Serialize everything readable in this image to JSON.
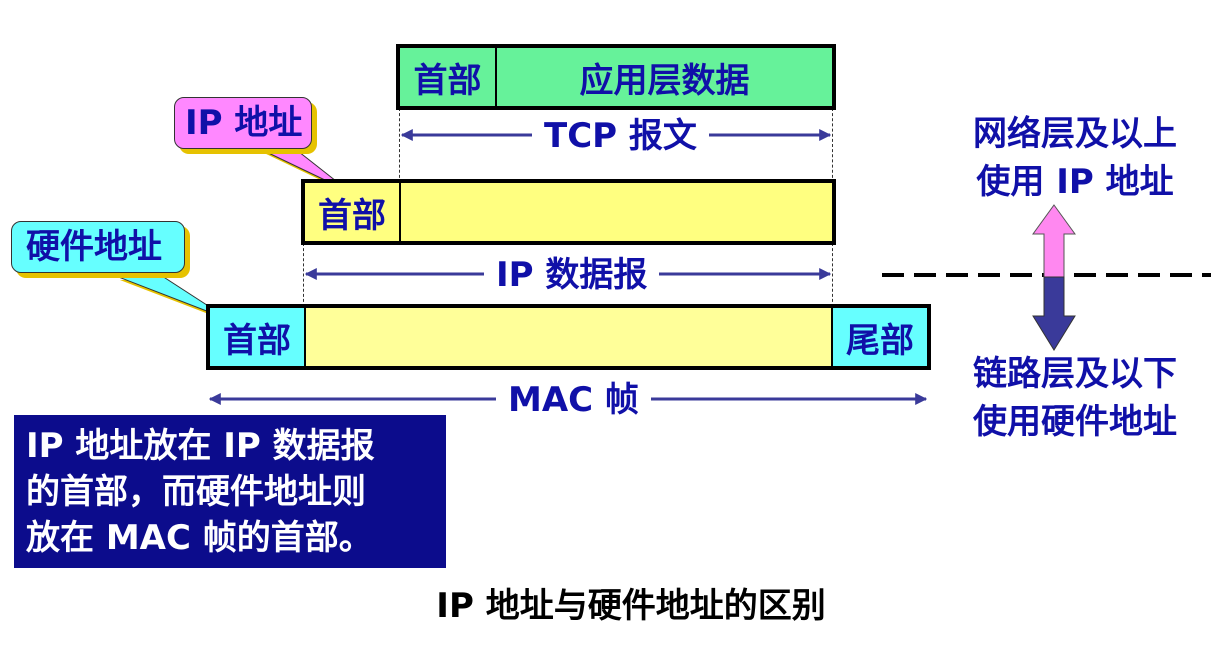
{
  "colors": {
    "tcp_fill": "#66f29a",
    "ip_fill": "#ffff80",
    "ip_payload_fill": "#ffff99",
    "mac_fill": "#66ffff",
    "mac_payload_fill": "#ffff99",
    "text_blue": "#1010a8",
    "arrow_line": "#3a3a9a",
    "callout_pink": "#ff88ff",
    "callout_cyan": "#66ffff",
    "callout_shadow": "#e6c200",
    "up_arrow": "#ff88f0",
    "down_arrow": "#3a3a9a",
    "note_bg": "#0c0c8c"
  },
  "tcp_segment": {
    "header_label": "首部",
    "data_label": "应用层数据",
    "span_label": "TCP 报文"
  },
  "ip_datagram": {
    "header_label": "首部",
    "span_label": "IP 数据报"
  },
  "mac_frame": {
    "header_label": "首部",
    "trailer_label": "尾部",
    "span_label": "MAC 帧"
  },
  "callouts": {
    "ip_address": "IP 地址",
    "hardware_address": "硬件地址"
  },
  "side_labels": {
    "upper_line1": "网络层及以上",
    "upper_line2": "使用 IP 地址",
    "lower_line1": "链路层及以下",
    "lower_line2": "使用硬件地址"
  },
  "note": {
    "line1": "IP 地址放在 IP 数据报",
    "line2": "的首部，而硬件地址则",
    "line3": "放在 MAC 帧的首部。"
  },
  "caption": "IP 地址与硬件地址的区别"
}
